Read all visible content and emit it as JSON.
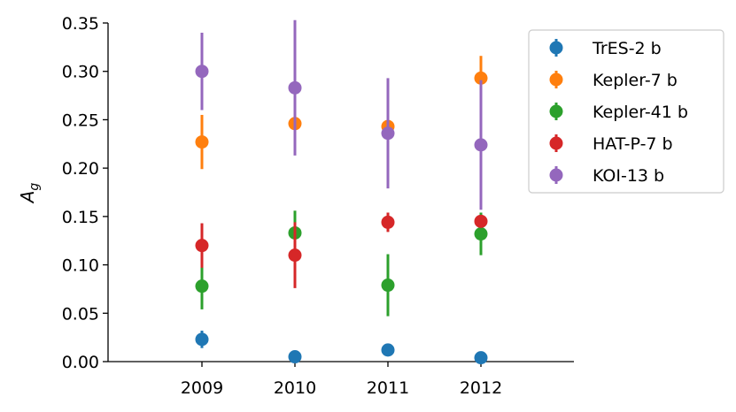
{
  "chart_data": {
    "type": "scatter",
    "title": "",
    "xlabel": "",
    "ylabel": "A",
    "ylabel_subscript": "g",
    "categories": [
      "2009",
      "2010",
      "2011",
      "2012"
    ],
    "ylim": [
      0,
      0.35
    ],
    "yticks": [
      "0.00",
      "0.05",
      "0.10",
      "0.15",
      "0.20",
      "0.25",
      "0.30",
      "0.35"
    ],
    "grid": false,
    "legend_position": "top-right",
    "series": [
      {
        "name": "TrES-2 b",
        "color": "#1f77b4",
        "values": [
          0.023,
          0.005,
          0.012,
          0.004
        ],
        "errors": [
          0.009,
          0.003,
          0.003,
          0.002
        ]
      },
      {
        "name": "Kepler-7 b",
        "color": "#ff7f0e",
        "values": [
          0.227,
          0.246,
          0.243,
          0.293
        ],
        "errors": [
          0.028,
          0.02,
          0.018,
          0.023
        ]
      },
      {
        "name": "Kepler-41 b",
        "color": "#2ca02c",
        "values": [
          0.078,
          0.133,
          0.079,
          0.132
        ],
        "errors": [
          0.024,
          0.023,
          0.032,
          0.022
        ]
      },
      {
        "name": "HAT-P-7 b",
        "color": "#d62728",
        "values": [
          0.12,
          0.11,
          0.144,
          0.145
        ],
        "errors": [
          0.023,
          0.034,
          0.01,
          0.006
        ]
      },
      {
        "name": "KOI-13 b",
        "color": "#9467bd",
        "values": [
          0.3,
          0.283,
          0.236,
          0.224
        ],
        "errors": [
          0.04,
          0.07,
          0.057,
          0.067
        ]
      }
    ]
  }
}
